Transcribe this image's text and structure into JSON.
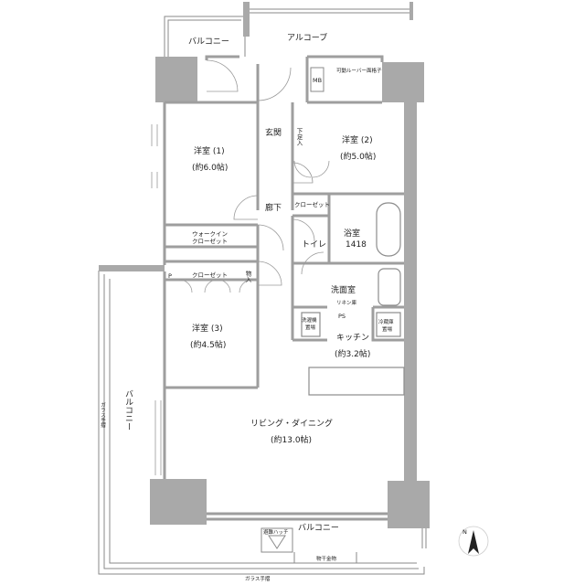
{
  "plan": {
    "balcony_top": "バルコニー",
    "alcove": "アルコーブ",
    "louver": "可動ルーバー面格子",
    "mb": "MB",
    "entrance": "玄関",
    "shoe_box": "下足入",
    "room1": "洋室 (1)",
    "room1_size": "(約6.0帖)",
    "room2": "洋室 (2)",
    "room2_size": "(約5.0帖)",
    "closet_small": "クローゼット",
    "corridor": "廊下",
    "walkin1": "ウォークイン",
    "walkin2": "クローゼット",
    "bath": "浴室",
    "bath_size": "1418",
    "toilet": "トイレ",
    "p_mark": "P",
    "closet3": "クローゼット",
    "storage": "物入",
    "washroom": "洗面室",
    "linen": "リネン庫",
    "ps": "PS",
    "washer1": "洗濯機",
    "washer2": "置場",
    "fridge1": "冷蔵庫",
    "fridge2": "置場",
    "room3": "洋室 (3)",
    "room3_size": "(約4.5帖)",
    "kitchen": "キッチン",
    "kitchen_size": "(約3.2帖)",
    "balcony_side": "バルコニー",
    "glass_rail_side": "ガラス手摺",
    "ldk": "リビング・ダイニング",
    "ldk_size": "(約13.0帖)",
    "balcony_bottom": "バルコニー",
    "hatch": "避難ハッチ",
    "laundry_hanger": "物干金物",
    "glass_rail_bottom": "ガラス手摺",
    "north": "N"
  }
}
